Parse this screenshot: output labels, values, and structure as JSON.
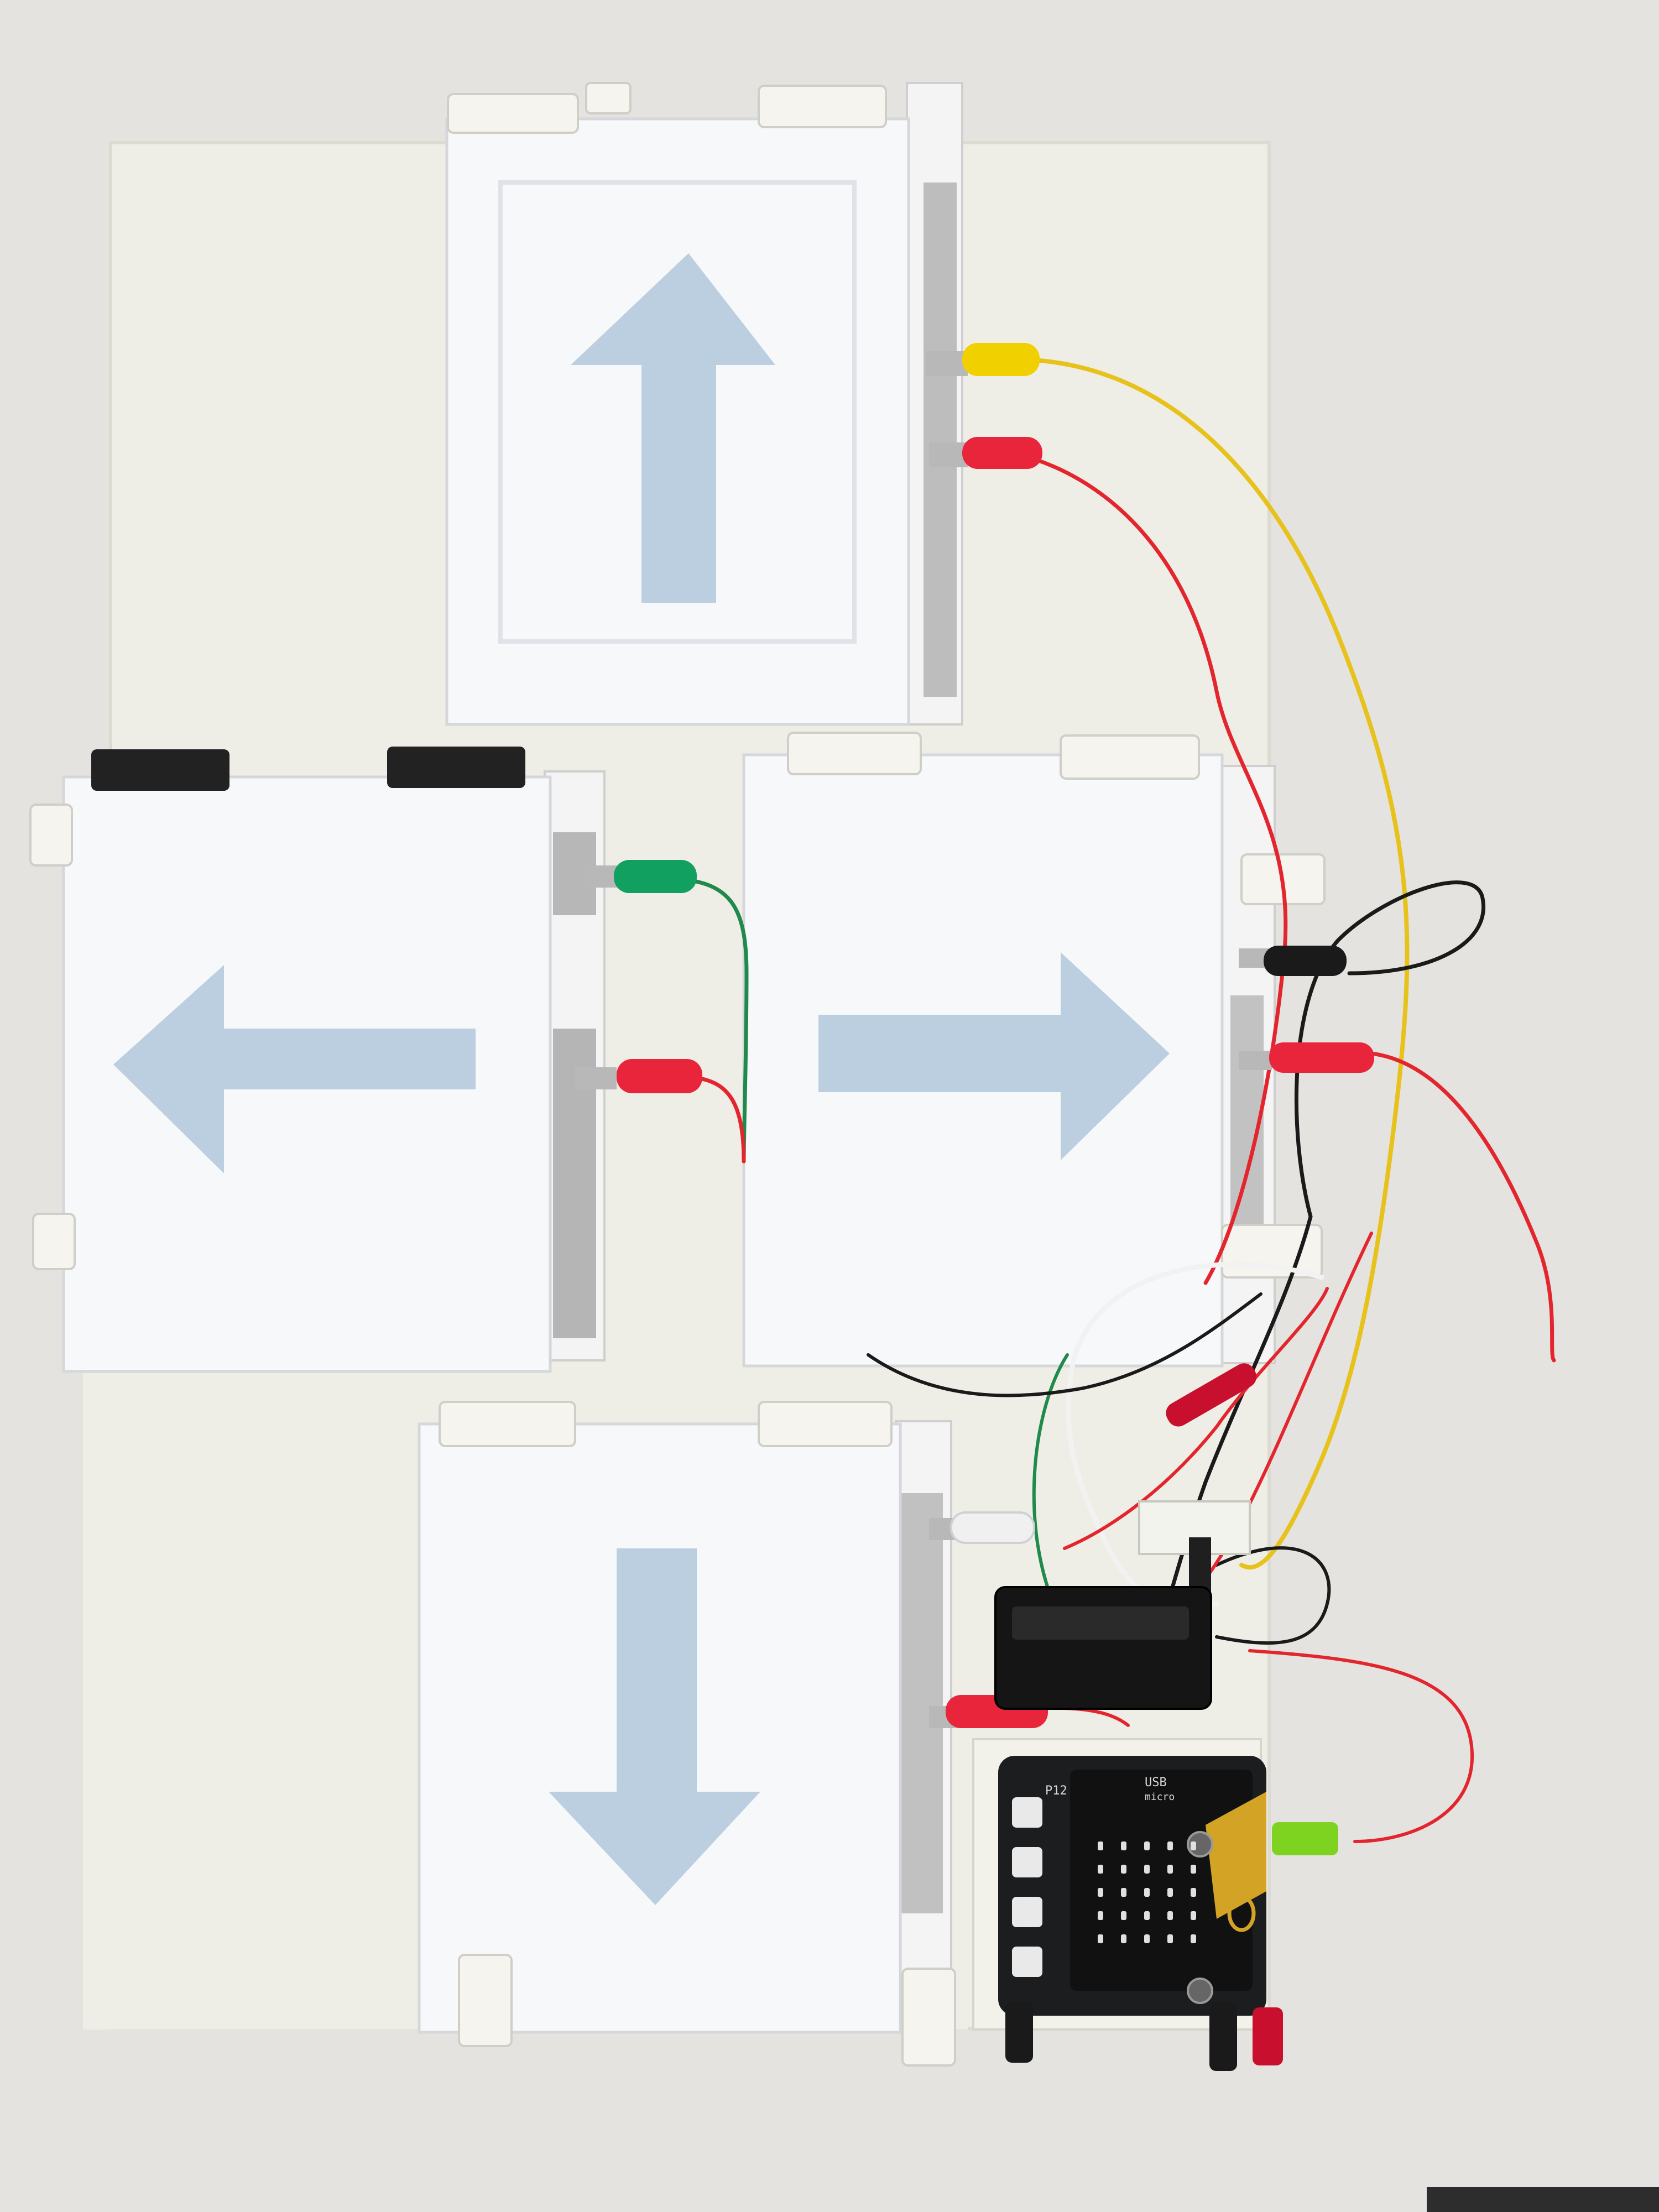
{
  "photo": {
    "subject": "dance-pad",
    "panels": [
      {
        "id": "up",
        "arrow": "up"
      },
      {
        "id": "left",
        "arrow": "left"
      },
      {
        "id": "right",
        "arrow": "right"
      },
      {
        "id": "down",
        "arrow": "down"
      }
    ],
    "board_labels": {
      "usb": "USB",
      "micro": "micro",
      "pin": "P12"
    },
    "colors": {
      "background": "#e4e3df",
      "baseboard": "#efeee6",
      "paper": "#f7f8fa",
      "arrow": "#bccfe0",
      "wire_red": "#e3262e",
      "wire_yellow": "#e8c21c",
      "wire_green": "#1f8a4c",
      "wire_black": "#1a1a1a",
      "wire_white": "#f2f2f2",
      "board": "#1c1d1f"
    }
  }
}
